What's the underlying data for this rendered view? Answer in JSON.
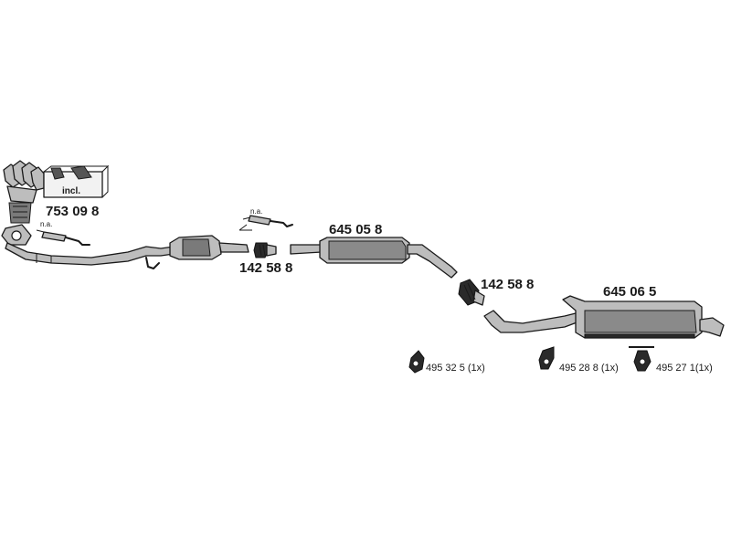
{
  "labels": {
    "manifold_part": "753 09 8",
    "manifold_incl": "incl.",
    "sensor_na_1": "n.a.",
    "sensor_na_2": "n.a.",
    "clamp_front": "142 58 8",
    "middle_silencer": "645 05 8",
    "clamp_rear": "142 58 8",
    "rear_silencer": "645 06 5",
    "mount_1": "495 32 5 (1x)",
    "mount_2": "495 28 8 (1x)",
    "mount_3": "495 27 1(1x)"
  },
  "icons": {
    "manifold": "exhaust-manifold-catalyst-icon",
    "gasket_kit": "gasket-kit-box-icon",
    "sensor": "lambda-sensor-icon",
    "catalyst": "catalytic-converter-icon",
    "clamp": "pipe-clamp-icon",
    "middle_silencer": "middle-silencer-icon",
    "rear_silencer": "rear-silencer-icon",
    "rubber_mount": "rubber-mount-icon"
  },
  "colors": {
    "line": "#1a1a1a",
    "part_fill": "#bdbdbd",
    "shadow": "#7a7a7a",
    "background": "#ffffff"
  }
}
